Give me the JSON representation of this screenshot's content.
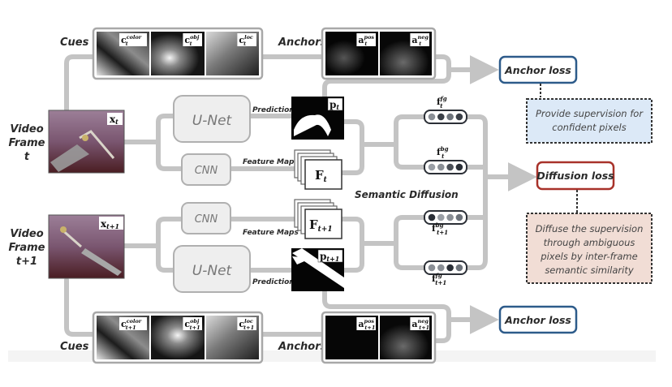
{
  "figure": {
    "frame_t": {
      "label_lines": [
        "Video",
        "Frame",
        "t"
      ],
      "image_tag": "x",
      "image_tag_sub": "t"
    },
    "frame_t1": {
      "label_lines": [
        "Video",
        "Frame",
        "t+1"
      ],
      "image_tag": "x",
      "image_tag_sub": "t+1"
    },
    "cues_top": {
      "label": "Cues",
      "items": [
        {
          "symbol": "c",
          "sup": "color",
          "sub": "t"
        },
        {
          "symbol": "c",
          "sup": "obj",
          "sub": "t"
        },
        {
          "symbol": "c",
          "sup": "loc",
          "sub": "t"
        }
      ]
    },
    "anchors_top": {
      "label": "Anchors",
      "items": [
        {
          "symbol": "a",
          "sup": "pos",
          "sub": "t"
        },
        {
          "symbol": "a",
          "sup": "neg",
          "sub": "t"
        }
      ]
    },
    "cues_bottom": {
      "label": "Cues",
      "items": [
        {
          "symbol": "c",
          "sup": "color",
          "sub": "t+1"
        },
        {
          "symbol": "c",
          "sup": "obj",
          "sub": "t+1"
        },
        {
          "symbol": "c",
          "sup": "loc",
          "sub": "t+1"
        }
      ]
    },
    "anchors_bottom": {
      "label": "Anchors",
      "items": [
        {
          "symbol": "a",
          "sup": "pos",
          "sub": "t+1"
        },
        {
          "symbol": "a",
          "sup": "neg",
          "sub": "t+1"
        }
      ]
    },
    "networks": {
      "unet_label": "U-Net",
      "cnn_label": "CNN"
    },
    "edge_labels": {
      "prediction": "Prediction",
      "feature_maps": "Feature Maps"
    },
    "prediction_t": {
      "symbol": "p",
      "sub": "t"
    },
    "prediction_t1": {
      "symbol": "p",
      "sub": "t+1"
    },
    "features_t": {
      "symbol": "F",
      "sub": "t"
    },
    "features_t1": {
      "symbol": "F",
      "sub": "t+1"
    },
    "semantic_diffusion_label": "Semantic Diffusion",
    "vectors": [
      {
        "symbol": "f",
        "sup": "fg",
        "sub": "t",
        "shades": [
          "#8a8f96",
          "#3a3f47",
          "#6d737b",
          "#3a3f47"
        ]
      },
      {
        "symbol": "f",
        "sup": "bg",
        "sub": "t",
        "shades": [
          "#9a9fa6",
          "#8a8f96",
          "#4a4f57",
          "#2a2f37"
        ]
      },
      {
        "symbol": "f",
        "sup": "bg",
        "sub": "t+1",
        "shades": [
          "#2a2f37",
          "#9a9fa6",
          "#8a8f96",
          "#6d737b"
        ]
      },
      {
        "symbol": "f",
        "sup": "fg",
        "sub": "t+1",
        "shades": [
          "#8a8f96",
          "#8a8f96",
          "#2a2f37",
          "#6d737b"
        ]
      }
    ],
    "losses": {
      "anchor_top": "Anchor loss",
      "diffusion": "Diffusion loss",
      "anchor_bottom": "Anchor loss"
    },
    "notes": {
      "anchor_note_lines": [
        "Provide supervision for",
        "confident pixels"
      ],
      "diffusion_note_lines": [
        "Diffuse the supervision",
        "through ambiguous",
        "pixels by inter-frame",
        "semantic similarity"
      ]
    },
    "colors": {
      "connector": "#c4c4c4",
      "anchor_loss_border": "#2d5b8a",
      "diffusion_loss_border": "#a8322a",
      "anchor_note_fill": "#dce9f7",
      "diffusion_note_fill": "#f1ddd5",
      "network_fill": "#eeeeee",
      "network_border": "#b0b0b0"
    }
  }
}
